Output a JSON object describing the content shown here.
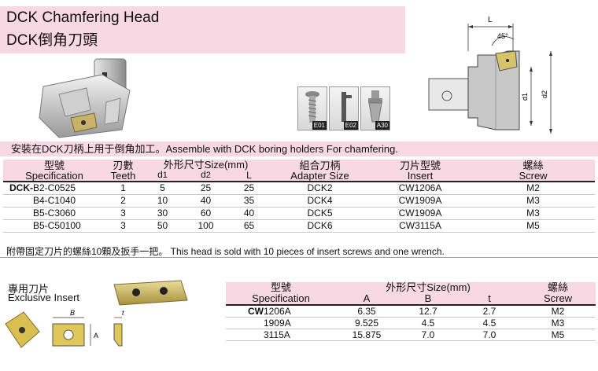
{
  "header": {
    "title_en": "DCK Chamfering Head",
    "title_zh": "DCK倒角刀頭"
  },
  "accessories": [
    {
      "label": "E01"
    },
    {
      "label": "E02"
    },
    {
      "label": "A30"
    }
  ],
  "drawing": {
    "label_L": "L",
    "label_angle": "45°",
    "label_d1": "d1",
    "label_d2": "d2"
  },
  "description": "安裝在DCK刀柄上用于倒角加工。Assemble with DCK boring holders For chamfering.",
  "main_table": {
    "headers": {
      "spec_zh": "型號",
      "spec_en": "Specification",
      "teeth_zh": "刃數",
      "teeth_en": "Teeth",
      "size_zh": "外形尺寸Size(mm)",
      "d1": "d",
      "d1_sub": "1",
      "d2": "d",
      "d2_sub": "2",
      "L": "L",
      "adapter_zh": "組合刀柄",
      "adapter_en": "Adapter Size",
      "insert_zh": "刀片型號",
      "insert_en": "Insert",
      "screw_zh": "螺絲",
      "screw_en": "Screw"
    },
    "prefix": "DCK-",
    "rows": [
      {
        "spec": "B2-C0525",
        "teeth": "1",
        "d1": "5",
        "d2": "25",
        "L": "25",
        "adapter": "DCK2",
        "insert": "CW1206A",
        "screw": "M2"
      },
      {
        "spec": "B4-C1040",
        "teeth": "2",
        "d1": "10",
        "d2": "40",
        "L": "35",
        "adapter": "DCK4",
        "insert": "CW1909A",
        "screw": "M3"
      },
      {
        "spec": "B5-C3060",
        "teeth": "3",
        "d1": "30",
        "d2": "60",
        "L": "40",
        "adapter": "DCK5",
        "insert": "CW1909A",
        "screw": "M3"
      },
      {
        "spec": "B5-C50100",
        "teeth": "3",
        "d1": "50",
        "d2": "100",
        "L": "65",
        "adapter": "DCK6",
        "insert": "CW3115A",
        "screw": "M5"
      }
    ]
  },
  "note": "附帶固定刀片的螺絲10顆及扳手一把。 This head is sold with 10 pieces of insert screws and one wrench.",
  "insert_section": {
    "title_zh": "專用刀片",
    "title_en": "Exclusive Insert",
    "dim_B": "B",
    "dim_A": "A",
    "dim_t": "t"
  },
  "insert_table": {
    "headers": {
      "spec_zh": "型號",
      "spec_en": "Specification",
      "size_zh": "外形尺寸Size(mm)",
      "A": "A",
      "B": "B",
      "t": "t",
      "screw_zh": "螺絲",
      "screw_en": "Screw"
    },
    "prefix": "CW",
    "rows": [
      {
        "spec": "1206A",
        "A": "6.35",
        "B": "12.7",
        "t": "2.7",
        "screw": "M2"
      },
      {
        "spec": "1909A",
        "A": "9.525",
        "B": "4.5",
        "t": "4.5",
        "screw": "M3"
      },
      {
        "spec": "3115A",
        "A": "15.875",
        "B": "7.0",
        "t": "7.0",
        "screw": "M5"
      }
    ]
  }
}
